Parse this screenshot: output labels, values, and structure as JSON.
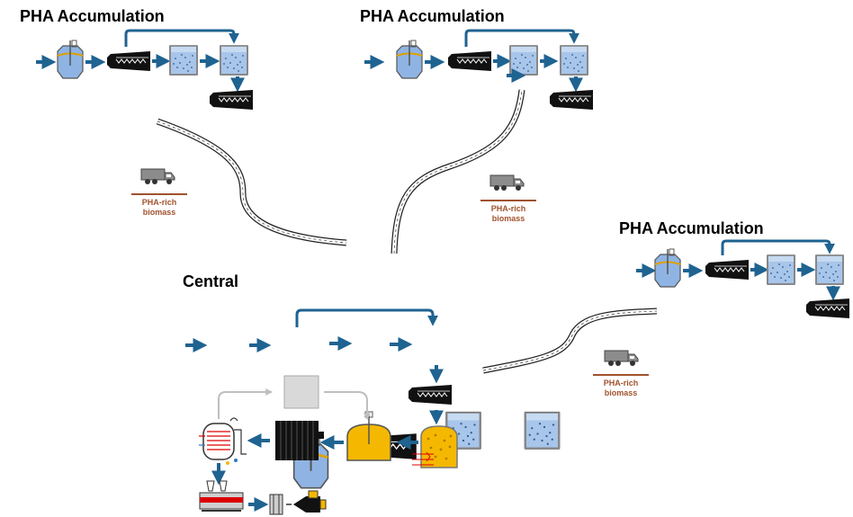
{
  "sites": [
    {
      "title": "PHA Accumulation"
    },
    {
      "title": "PHA Accumulation"
    },
    {
      "title": "PHA Accumulation"
    }
  ],
  "central": {
    "title": "Central"
  },
  "transport_labels": [
    {
      "line1": "PHA-rich",
      "line2": "biomass"
    },
    {
      "line1": "PHA-rich",
      "line2": "biomass"
    },
    {
      "line1": "PHA-rich",
      "line2": "biomass"
    }
  ],
  "colors": {
    "arrow": "#1f6391",
    "tank_fill": "#c6daf1",
    "reactor_fill": "#8fb4e3",
    "press_fill": "#111111",
    "yellow": "#f5b800",
    "label_brown": "#a0522d",
    "gray": "#bfbfbf"
  }
}
